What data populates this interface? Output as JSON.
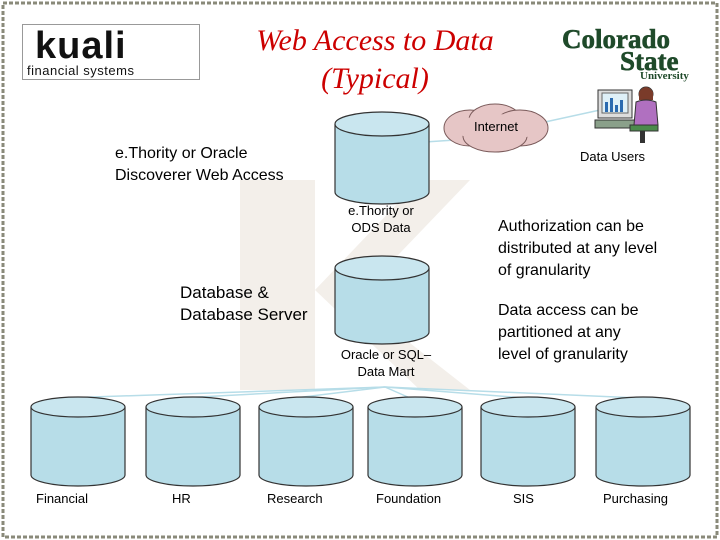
{
  "title_line1": "Web Access to Data",
  "title_line2": "(Typical)",
  "logos": {
    "kuali_word": "kuali",
    "kuali_sub": "financial systems",
    "csu_line1": "Colorado",
    "csu_line2": "State",
    "csu_line3": "University"
  },
  "internet_label": "Internet",
  "data_users_label": "Data Users",
  "web_access": {
    "line1": "e.Thority or Oracle",
    "line2": "Discoverer Web Access"
  },
  "ods": {
    "line1": "e.Thority  or",
    "line2": "ODS Data"
  },
  "db_server": {
    "line1": "Database  &",
    "line2": "Database Server"
  },
  "mart": {
    "line1": "Oracle or SQL–",
    "line2": "Data Mart"
  },
  "authorization": {
    "line1": "Authorization can be",
    "line2": "distributed at any level",
    "line3": "of granularity"
  },
  "partition": {
    "line1": "Data access can be",
    "line2": "partitioned at any",
    "line3": "level of granularity"
  },
  "sources": [
    "Financial",
    "HR",
    "Research",
    "Foundation",
    "SIS",
    "Purchasing"
  ],
  "colors": {
    "cylinder_fill": "#b7dde8",
    "cylinder_stroke": "#333333",
    "title": "#cc0000",
    "cloud": "#e6c6c6",
    "border": "#8a8a7a"
  }
}
